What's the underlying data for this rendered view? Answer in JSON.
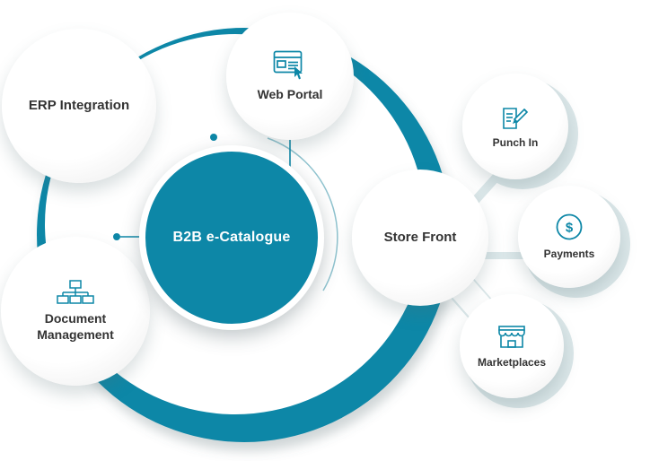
{
  "diagram": {
    "center": {
      "label": "B2B e-Catalogue"
    },
    "nodes": {
      "erp": {
        "label": "ERP Integration"
      },
      "web_portal": {
        "label": "Web Portal"
      },
      "document_management": {
        "label": "Document Management"
      },
      "store_front": {
        "label": "Store Front"
      },
      "punch_in": {
        "label": "Punch In"
      },
      "payments": {
        "label": "Payments"
      },
      "marketplaces": {
        "label": "Marketplaces"
      }
    },
    "icons": {
      "dollar_symbol": "$"
    },
    "colors": {
      "teal": "#0d87a7",
      "tinted_shadow": "#dbe7e9",
      "label_text": "#333333",
      "center_text": "#ffffff"
    }
  }
}
